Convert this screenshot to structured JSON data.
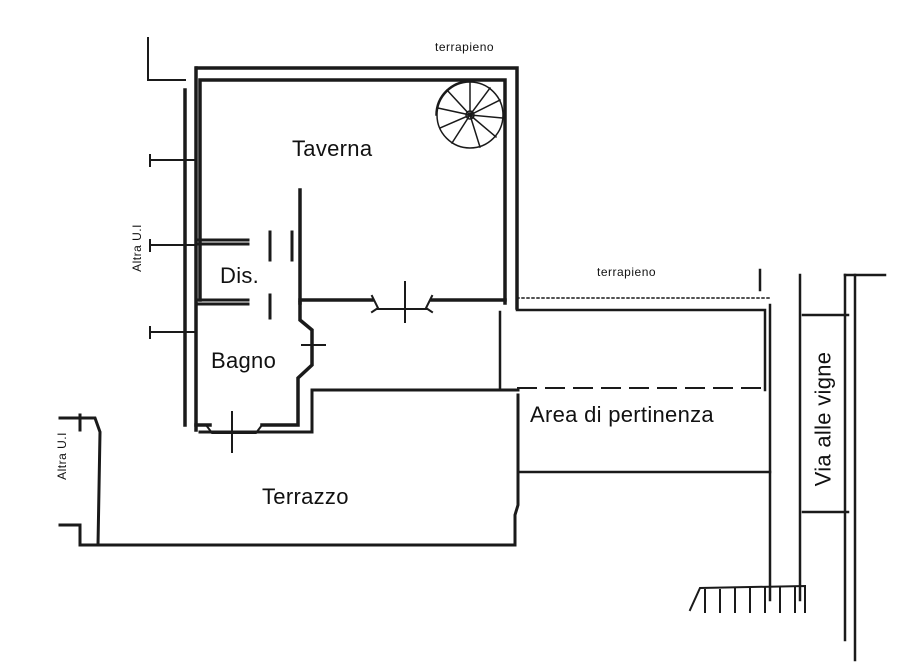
{
  "labels": {
    "terrapieno_top": "terrapieno",
    "terrapieno_mid": "terrapieno",
    "taverna": "Taverna",
    "dis": "Dis.",
    "bagno": "Bagno",
    "area": "Area di pertinenza",
    "terrazzo": "Terrazzo",
    "via": "Via alle vigne",
    "altra_ui_upper": "Altra U.I",
    "altra_ui_lower": "Altra U.I"
  },
  "colors": {
    "ink": "#1a1a1a",
    "background": "#ffffff"
  }
}
